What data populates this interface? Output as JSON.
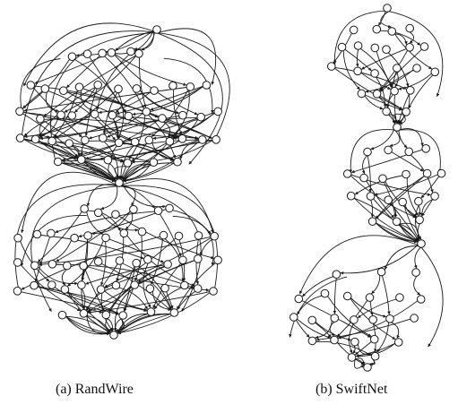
{
  "figure": {
    "panels": [
      {
        "id": "randwire",
        "caption": "(a) RandWire"
      },
      {
        "id": "swiftnet",
        "caption": "(b) SwiftNet"
      }
    ],
    "colors": {
      "edge": "#1a1a1a",
      "node_fill": "#ffffff",
      "node_stroke": "#1a1a1a",
      "text": "#111111"
    }
  }
}
